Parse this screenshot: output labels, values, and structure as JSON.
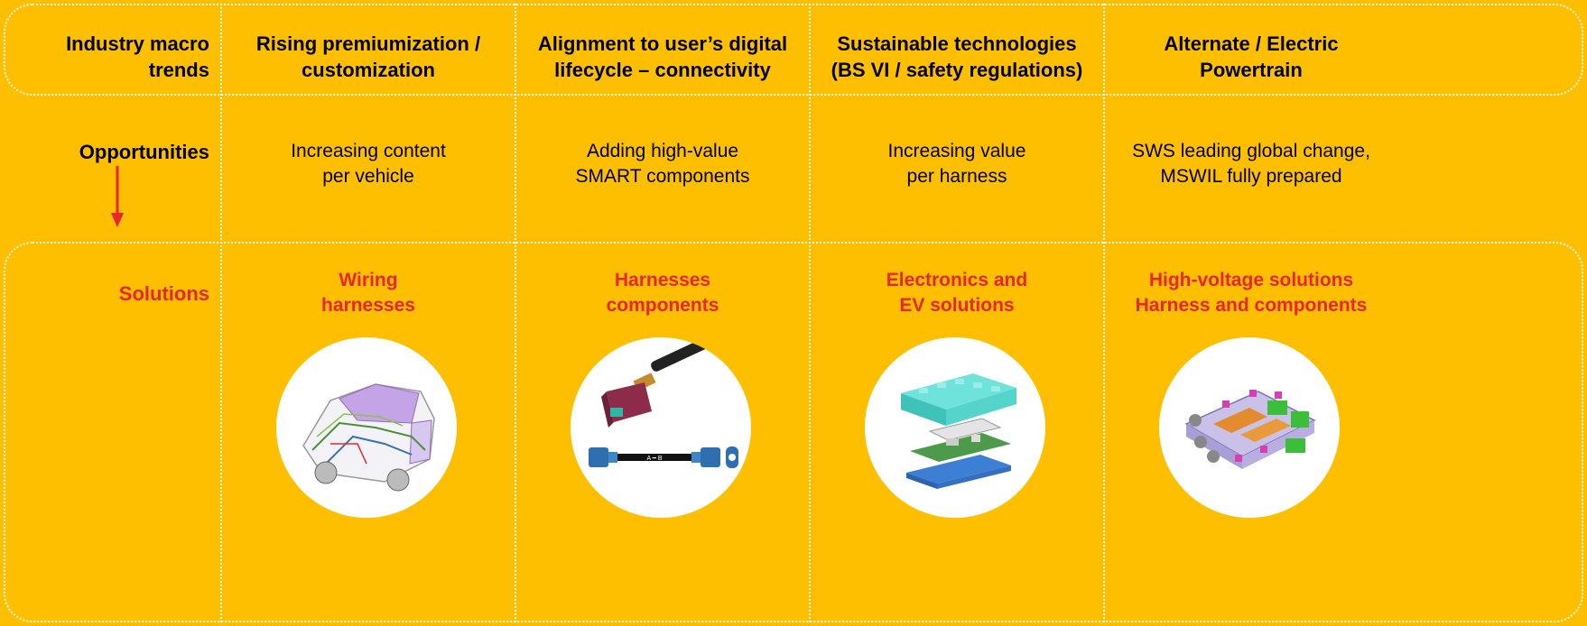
{
  "row_labels": {
    "trends": "Industry macro\ntrends",
    "opportunities": "Opportunities",
    "solutions": "Solutions"
  },
  "columns": [
    {
      "trend": "Rising premiumization /\ncustomization",
      "opportunity": "Increasing content\nper vehicle",
      "solution": "Wiring\nharnesses",
      "image_icon": "car-wiring-harness-icon"
    },
    {
      "trend": "Alignment to user’s digital\nlifecycle – connectivity",
      "opportunity": "Adding high-value\nSMART components",
      "solution": "Harnesses\ncomponents",
      "image_icon": "connector-cable-icon"
    },
    {
      "trend": "Sustainable technologies\n(BS VI / safety regulations)",
      "opportunity": "Increasing value\nper harness",
      "solution": "Electronics and\nEV solutions",
      "image_icon": "electronics-module-icon"
    },
    {
      "trend": "Alternate / Electric\nPowertrain",
      "opportunity": "SWS leading global change,\nMSWIL fully prepared",
      "solution": "High-voltage solutions\nHarness and components",
      "image_icon": "high-voltage-junction-box-icon"
    }
  ],
  "colors": {
    "background": "#FDBF00",
    "solution_text": "#E8262B",
    "arrow": "#E8262B",
    "circle": "#FFFFFF"
  }
}
